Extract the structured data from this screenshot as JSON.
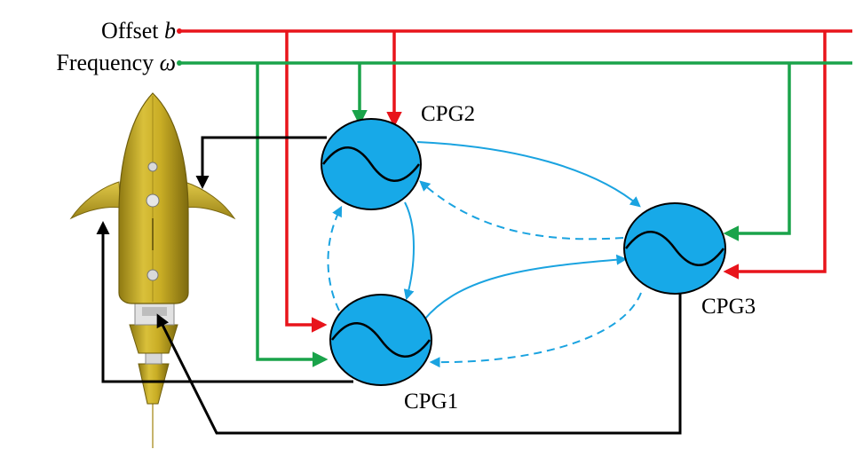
{
  "diagram": {
    "labels": {
      "offset": "Offset",
      "offset_symbol": "b",
      "frequency": "Frequency",
      "frequency_symbol": "ω"
    },
    "nodes": [
      {
        "id": "cpg1",
        "label": "CPG1"
      },
      {
        "id": "cpg2",
        "label": "CPG2"
      },
      {
        "id": "cpg3",
        "label": "CPG3"
      }
    ],
    "colors": {
      "offset_line": "#e8141b",
      "frequency_line": "#1aa34a",
      "coupling": "#1aa3e0",
      "node_fill": "#17a9e8",
      "output_line": "#000000",
      "robot_body": "#c8ad2a"
    }
  }
}
